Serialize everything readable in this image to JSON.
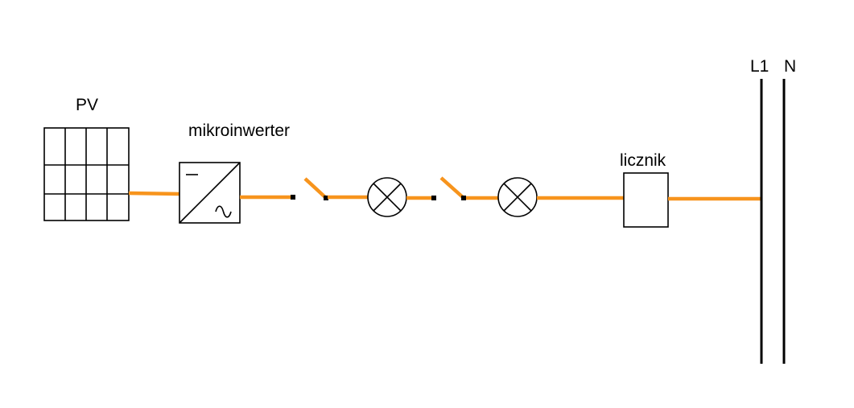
{
  "diagram": {
    "type": "electrical-schematic",
    "labels": {
      "pv": "PV",
      "microinverter": "mikroinwerter",
      "meter": "licznik",
      "line1": "L1",
      "neutral": "N"
    },
    "colors": {
      "wire": "#F7941D",
      "outline": "#000000",
      "background": "#FFFFFF"
    },
    "components": [
      {
        "name": "pv-panel",
        "symbol": "rectangle grid 4 columns x 3 rows",
        "label": "PV"
      },
      {
        "name": "microinverter",
        "symbol": "square with diagonal, DC dash (top-left), AC sine (bottom-right)",
        "label": "mikroinwerter"
      },
      {
        "name": "switch-1",
        "state": "open",
        "symbol": "two contact dots with raised lever"
      },
      {
        "name": "lamp-1",
        "symbol": "circle with X cross"
      },
      {
        "name": "switch-2",
        "state": "open",
        "symbol": "two contact dots with raised lever"
      },
      {
        "name": "lamp-2",
        "symbol": "circle with X cross"
      },
      {
        "name": "meter",
        "symbol": "empty rectangle",
        "label": "licznik"
      },
      {
        "name": "bus-l1",
        "symbol": "vertical line",
        "label": "L1"
      },
      {
        "name": "bus-n",
        "symbol": "vertical line",
        "label": "N"
      }
    ],
    "connections": [
      "pv-panel -> microinverter",
      "microinverter -> switch-1",
      "switch-1 -> lamp-1",
      "lamp-1 -> switch-2",
      "switch-2 -> lamp-2",
      "lamp-2 -> meter",
      "meter -> bus-l1"
    ]
  }
}
